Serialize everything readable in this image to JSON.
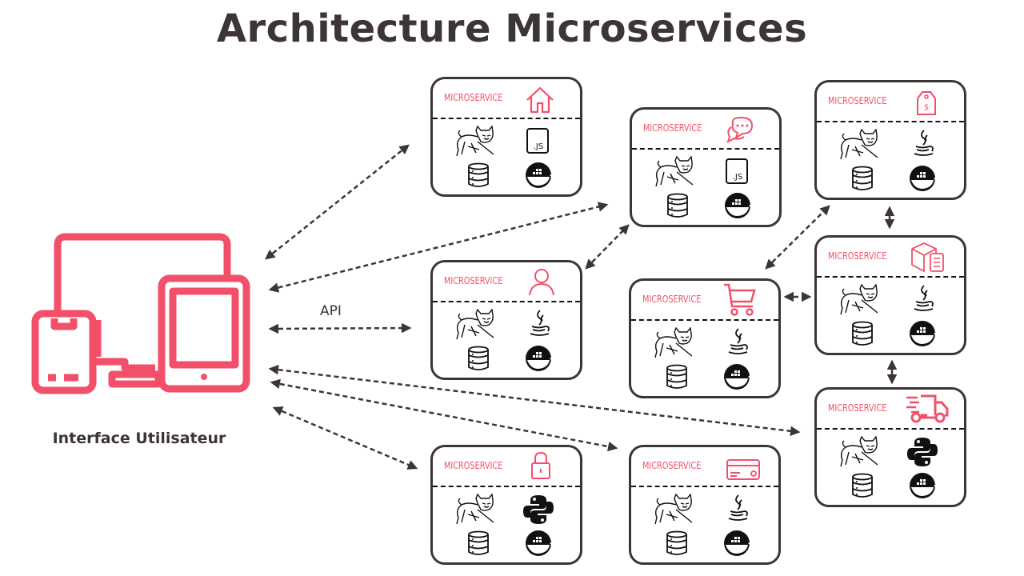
{
  "title": "Architecture Microservices",
  "client": {
    "label": "Interface Utilisateur",
    "icon": "devices-icon"
  },
  "api_label": "API",
  "colors": {
    "accent": "#f2506a",
    "text": "#3d3535",
    "border": "#3d3535"
  },
  "microservices": [
    {
      "label": "MICROSERVICE",
      "icon": "home-icon",
      "tech": [
        "tomcat-icon",
        "javascript-file-icon",
        "database-icon",
        "docker-icon"
      ]
    },
    {
      "label": "MICROSERVICE",
      "icon": "chat-icon",
      "tech": [
        "tomcat-icon",
        "javascript-file-icon",
        "database-icon",
        "docker-icon"
      ]
    },
    {
      "label": "MICROSERVICE",
      "icon": "price-tag-icon",
      "tech": [
        "tomcat-icon",
        "java-icon",
        "database-icon",
        "docker-icon"
      ]
    },
    {
      "label": "MICROSERVICE",
      "icon": "user-icon",
      "tech": [
        "tomcat-icon",
        "java-icon",
        "database-icon",
        "docker-icon"
      ]
    },
    {
      "label": "MICROSERVICE",
      "icon": "shopping-cart-icon",
      "tech": [
        "tomcat-icon",
        "java-icon",
        "database-icon",
        "docker-icon"
      ]
    },
    {
      "label": "MICROSERVICE",
      "icon": "package-checklist-icon",
      "tech": [
        "tomcat-icon",
        "java-icon",
        "database-icon",
        "docker-icon"
      ]
    },
    {
      "label": "MICROSERVICE",
      "icon": "delivery-truck-icon",
      "tech": [
        "tomcat-icon",
        "python-icon",
        "database-icon",
        "docker-icon"
      ]
    },
    {
      "label": "MICROSERVICE",
      "icon": "lock-icon",
      "tech": [
        "tomcat-icon",
        "python-icon",
        "database-icon",
        "docker-icon"
      ]
    },
    {
      "label": "MICROSERVICE",
      "icon": "credit-card-icon",
      "tech": [
        "tomcat-icon",
        "java-icon",
        "database-icon",
        "docker-icon"
      ]
    }
  ]
}
